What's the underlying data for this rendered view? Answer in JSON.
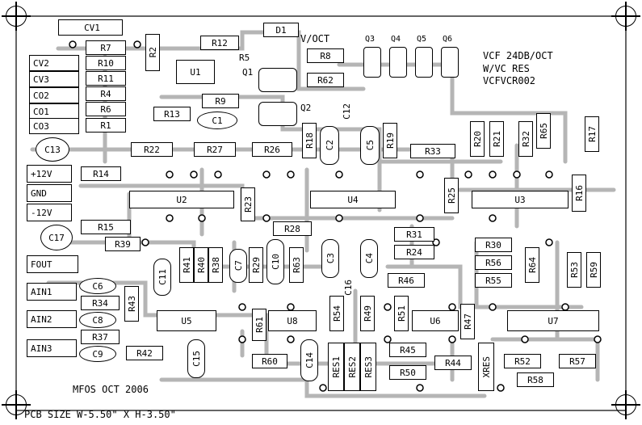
{
  "title": {
    "line1": "VCF 24DB/OCT",
    "line2": "W/VC RES",
    "line3": "VCFVCR002"
  },
  "footer": {
    "credit": "MFOS OCT 2006",
    "size": "PCB SIZE W-5.50\" X H-3.50\""
  },
  "connectors": [
    "CV1",
    "CV2",
    "CV3",
    "CO2",
    "CO1",
    "CO3",
    "+12V",
    "GND",
    "-12V",
    "FOUT",
    "AIN1",
    "AIN2",
    "AIN3"
  ],
  "resistors_h": [
    "R7",
    "R10",
    "R11",
    "R4",
    "R6",
    "R1",
    "R12",
    "R8",
    "R62",
    "R9",
    "R13",
    "R22",
    "R27",
    "R26",
    "R33",
    "R14",
    "R15",
    "R39",
    "R28",
    "R31",
    "R24",
    "R30",
    "R56",
    "R55",
    "R46",
    "R34",
    "R37",
    "R42",
    "R60",
    "R45",
    "R50",
    "R44",
    "R52",
    "R57",
    "R58"
  ],
  "resistors_v": [
    "R2",
    "R18",
    "R19",
    "R20",
    "R21",
    "R32",
    "R65",
    "R17",
    "R23",
    "R25",
    "R16",
    "R41",
    "R40",
    "R38",
    "R29",
    "R63",
    "R64",
    "R53",
    "R59",
    "R43",
    "R61",
    "R54",
    "R49",
    "R51",
    "R47",
    "RES1",
    "RES2",
    "RES3",
    "XRES"
  ],
  "capacitors": [
    "C1",
    "C2",
    "C5",
    "C12",
    "C13",
    "C17",
    "C7",
    "C10",
    "C3",
    "C4",
    "C16",
    "C6",
    "C8",
    "C9",
    "C11",
    "C15",
    "C14"
  ],
  "chips": [
    "U1",
    "U2",
    "U3",
    "U4",
    "U5",
    "U6",
    "U7",
    "U8"
  ],
  "transistors": [
    "Q1",
    "Q2",
    "Q3",
    "Q4",
    "Q5",
    "Q6"
  ],
  "misc": {
    "d1": "D1",
    "vo": "V/OCT",
    "r5": "R5"
  }
}
